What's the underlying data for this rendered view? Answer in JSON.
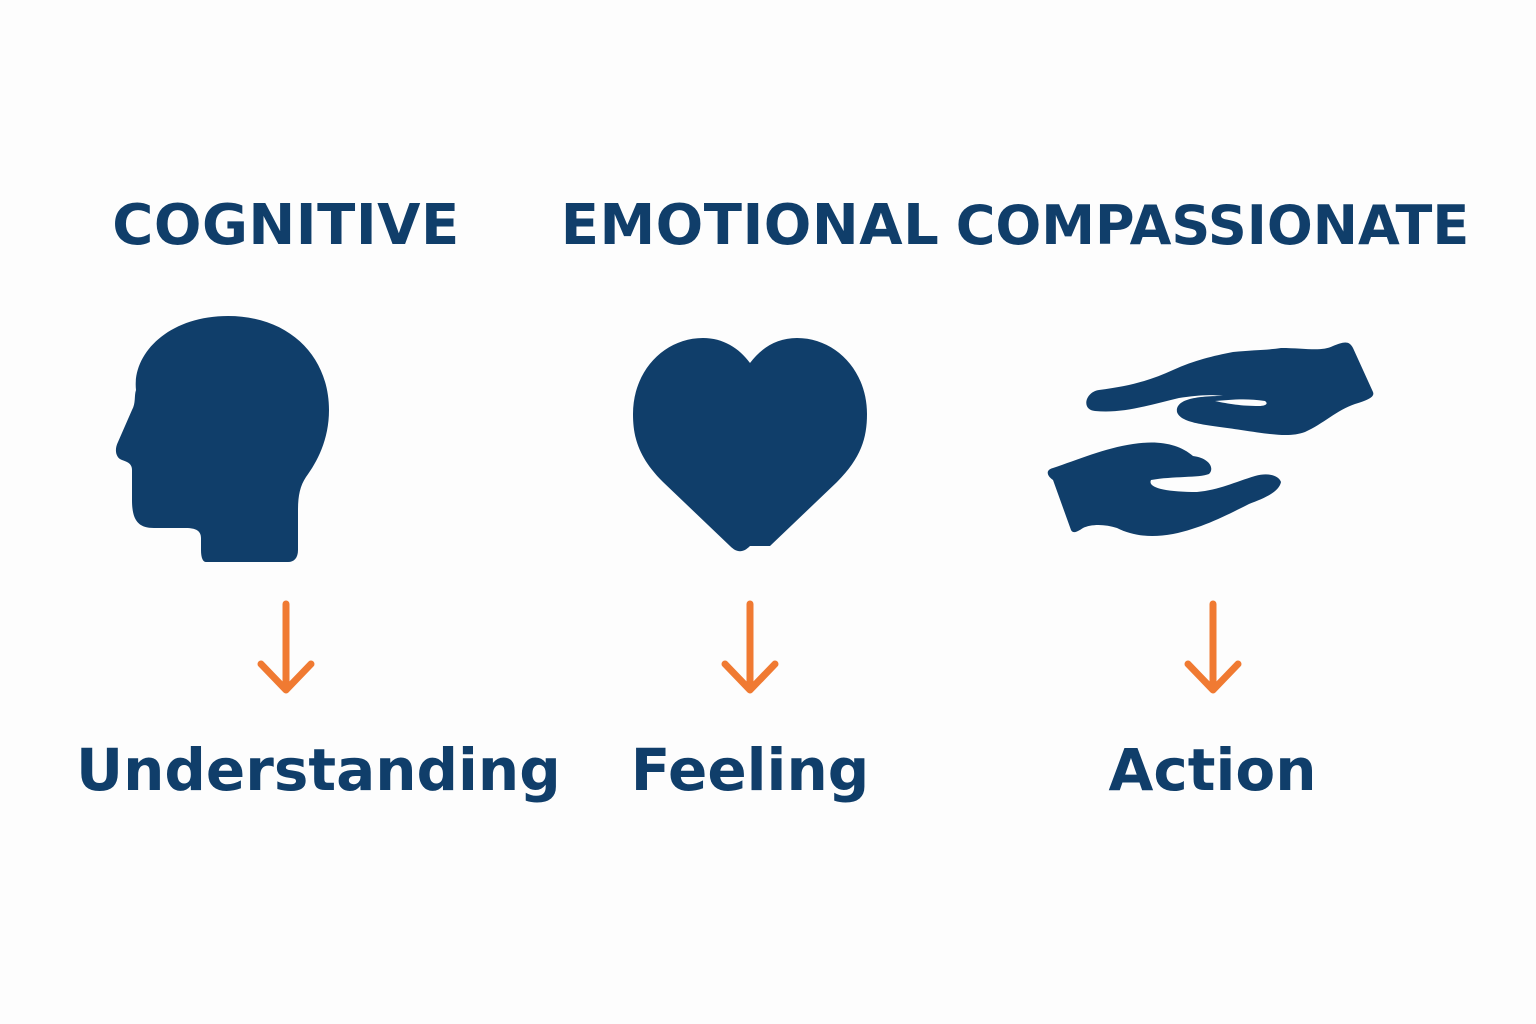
{
  "colors": {
    "navy": "#103e6a",
    "orange": "#f07a32",
    "background": "#fdfdfd"
  },
  "columns": [
    {
      "category": "COGNITIVE",
      "icon": "head-profile-icon",
      "outcome": "Understanding"
    },
    {
      "category": "EMOTIONAL",
      "icon": "heart-icon",
      "outcome": "Feeling"
    },
    {
      "category": "COMPASSIONATE",
      "icon": "helping-hands-icon",
      "outcome": "Action"
    }
  ]
}
